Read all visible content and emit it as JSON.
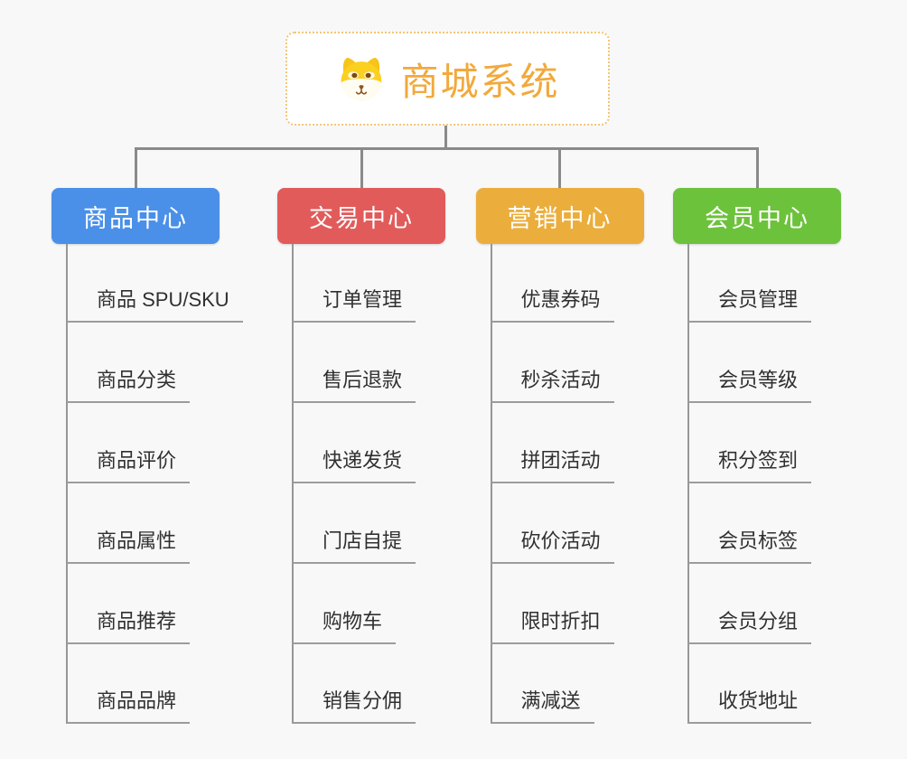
{
  "page": {
    "background_color": "#f8f8f8"
  },
  "root": {
    "title": "商城系统",
    "icon": "shiba-dog-icon",
    "title_color": "#F2A93B",
    "border_color": "#F3C575"
  },
  "connectors": {
    "color": "#8a8a8a"
  },
  "branches": [
    {
      "label": "商品中心",
      "color": "#4A90E8",
      "children": [
        "商品 SPU/SKU",
        "商品分类",
        "商品评价",
        "商品属性",
        "商品推荐",
        "商品品牌"
      ]
    },
    {
      "label": "交易中心",
      "color": "#E25B5B",
      "children": [
        "订单管理",
        "售后退款",
        "快递发货",
        "门店自提",
        "购物车",
        "销售分佣"
      ]
    },
    {
      "label": "营销中心",
      "color": "#EBAE3C",
      "children": [
        "优惠券码",
        "秒杀活动",
        "拼团活动",
        "砍价活动",
        "限时折扣",
        "满减送"
      ]
    },
    {
      "label": "会员中心",
      "color": "#6DC23C",
      "children": [
        "会员管理",
        "会员等级",
        "积分签到",
        "会员标签",
        "会员分组",
        "收货地址"
      ]
    }
  ]
}
